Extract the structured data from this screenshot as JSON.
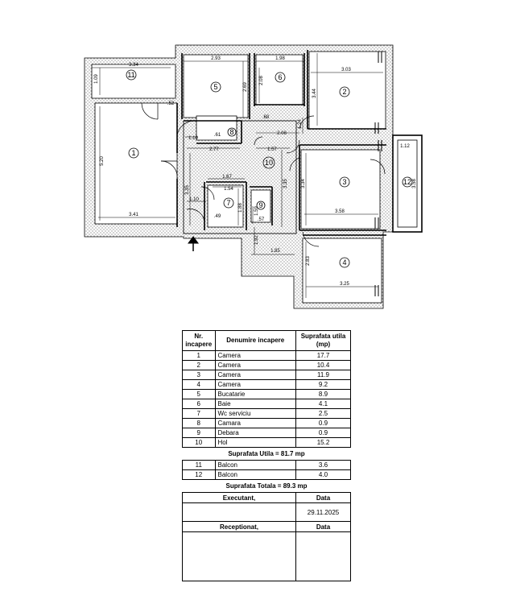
{
  "plan": {
    "rooms": [
      {
        "id": "r1",
        "number": "1"
      },
      {
        "id": "r2",
        "number": "2"
      },
      {
        "id": "r3",
        "number": "3"
      },
      {
        "id": "r4",
        "number": "4"
      },
      {
        "id": "r5",
        "number": "5"
      },
      {
        "id": "r6",
        "number": "6"
      },
      {
        "id": "r7",
        "number": "7"
      },
      {
        "id": "r8",
        "number": "8"
      },
      {
        "id": "r9",
        "number": "9"
      },
      {
        "id": "r10",
        "number": "10"
      },
      {
        "id": "r11",
        "number": "11"
      },
      {
        "id": "r12",
        "number": "12"
      }
    ],
    "dimensions": {
      "d1": "3.34",
      "d2": "1.09",
      "d3": "5.20",
      "d4": "3.41",
      "d5": "2.93",
      "d6": "2.69",
      "d7": "1.98",
      "d8": "2.08",
      "d9": "3.03",
      "d10": "3.44",
      "d11": "1.10",
      "d12": "2.77",
      "d13": "2.08",
      "d14": "1.57",
      "d15": "1.24",
      "d16": "3.35",
      "d17": "3.34",
      "d18": "1.12",
      "d19": "3.58",
      "d20": "1.67",
      "d21": "1.54",
      "d22": "1.10",
      "d23": "1.88",
      "d24": "3.58",
      "d25": "1.92",
      "d26": "1.85",
      "d27": "2.83",
      "d28": "3.25",
      "d29": "3.35",
      "d30": ".57",
      "d31": ".49",
      "d32": ".61",
      "d33": ".68",
      "d34": ".52",
      "d35": "1.59"
    }
  },
  "table": {
    "headers": {
      "nr": "Nr. incapere",
      "name": "Denumire incapere",
      "area": "Suprafata utila (mp)"
    },
    "rows": [
      {
        "nr": "1",
        "name": "Camera",
        "area": "17.7"
      },
      {
        "nr": "2",
        "name": "Camera",
        "area": "10.4"
      },
      {
        "nr": "3",
        "name": "Camera",
        "area": "11.9"
      },
      {
        "nr": "4",
        "name": "Camera",
        "area": "9.2"
      },
      {
        "nr": "5",
        "name": "Bucatarie",
        "area": "8.9"
      },
      {
        "nr": "6",
        "name": "Baie",
        "area": "4.1"
      },
      {
        "nr": "7",
        "name": "Wc serviciu",
        "area": "2.5"
      },
      {
        "nr": "8",
        "name": "Camara",
        "area": "0.9"
      },
      {
        "nr": "9",
        "name": "Debara",
        "area": "0.9"
      },
      {
        "nr": "10",
        "name": "Hol",
        "area": "15.2"
      }
    ],
    "useful_total": "Suprafata Utila = 81.7 mp",
    "balcony_rows": [
      {
        "nr": "11",
        "name": "Balcon",
        "area": "3.6"
      },
      {
        "nr": "12",
        "name": "Balcon",
        "area": "4.0"
      }
    ],
    "grand_total": "Suprafata Totala = 89.3 mp",
    "executant": "Executant,",
    "data_label": "Data",
    "date": "29.11.2025",
    "receptionat": "Receptionat,",
    "data_label2": "Data"
  }
}
